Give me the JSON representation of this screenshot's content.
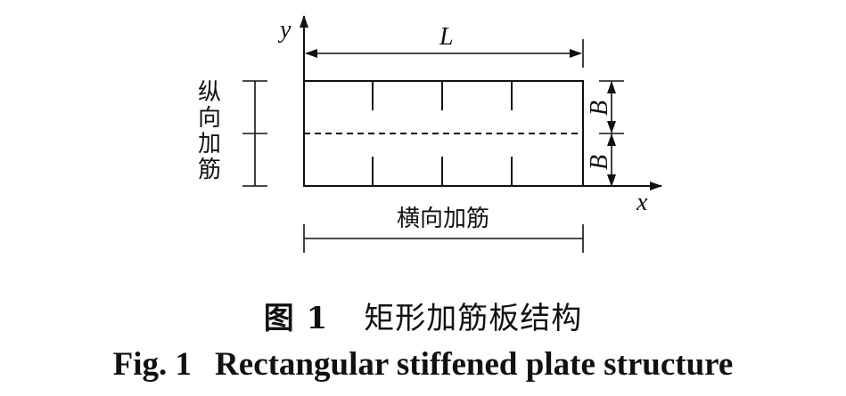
{
  "diagram": {
    "axis_x": "x",
    "axis_y": "y",
    "length_label": "L",
    "width_label_upper": "B",
    "width_label_lower": "B",
    "longitudinal_label": "纵向加筋",
    "transverse_label": "横向加筋"
  },
  "caption": {
    "cn_num": "图 1",
    "cn_text": "矩形加筋板结构",
    "en_num": "Fig. 1",
    "en_text": "Rectangular stiffened plate structure"
  }
}
